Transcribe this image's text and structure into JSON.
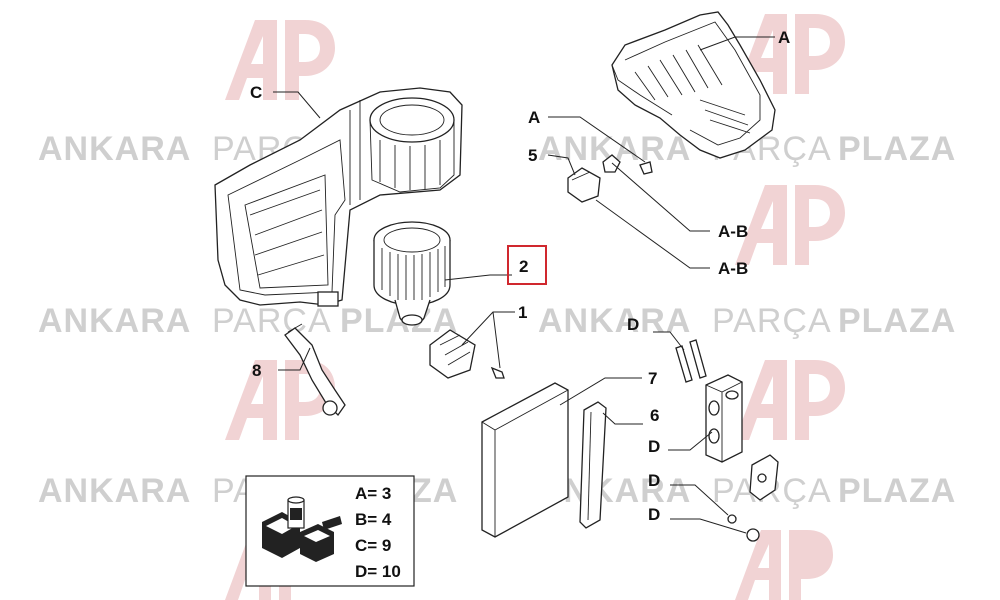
{
  "watermark": {
    "word1": "ANKARA",
    "word2": "PARÇA",
    "word3": "PLAZA",
    "logo": "AP"
  },
  "callouts": {
    "A_top": "A",
    "C": "C",
    "A_mid": "A",
    "five": "5",
    "AB1": "A-B",
    "AB2": "A-B",
    "two": "2",
    "one": "1",
    "D1": "D",
    "seven": "7",
    "eight": "8",
    "six": "6",
    "D2": "D",
    "D3": "D",
    "D4": "D"
  },
  "legend": {
    "items": [
      "A= 3",
      "B= 4",
      "C= 9",
      "D= 10"
    ]
  },
  "colors": {
    "highlight": "#d0282e",
    "watermark": "#cfcfcf",
    "logo": "#f1d3d4"
  }
}
